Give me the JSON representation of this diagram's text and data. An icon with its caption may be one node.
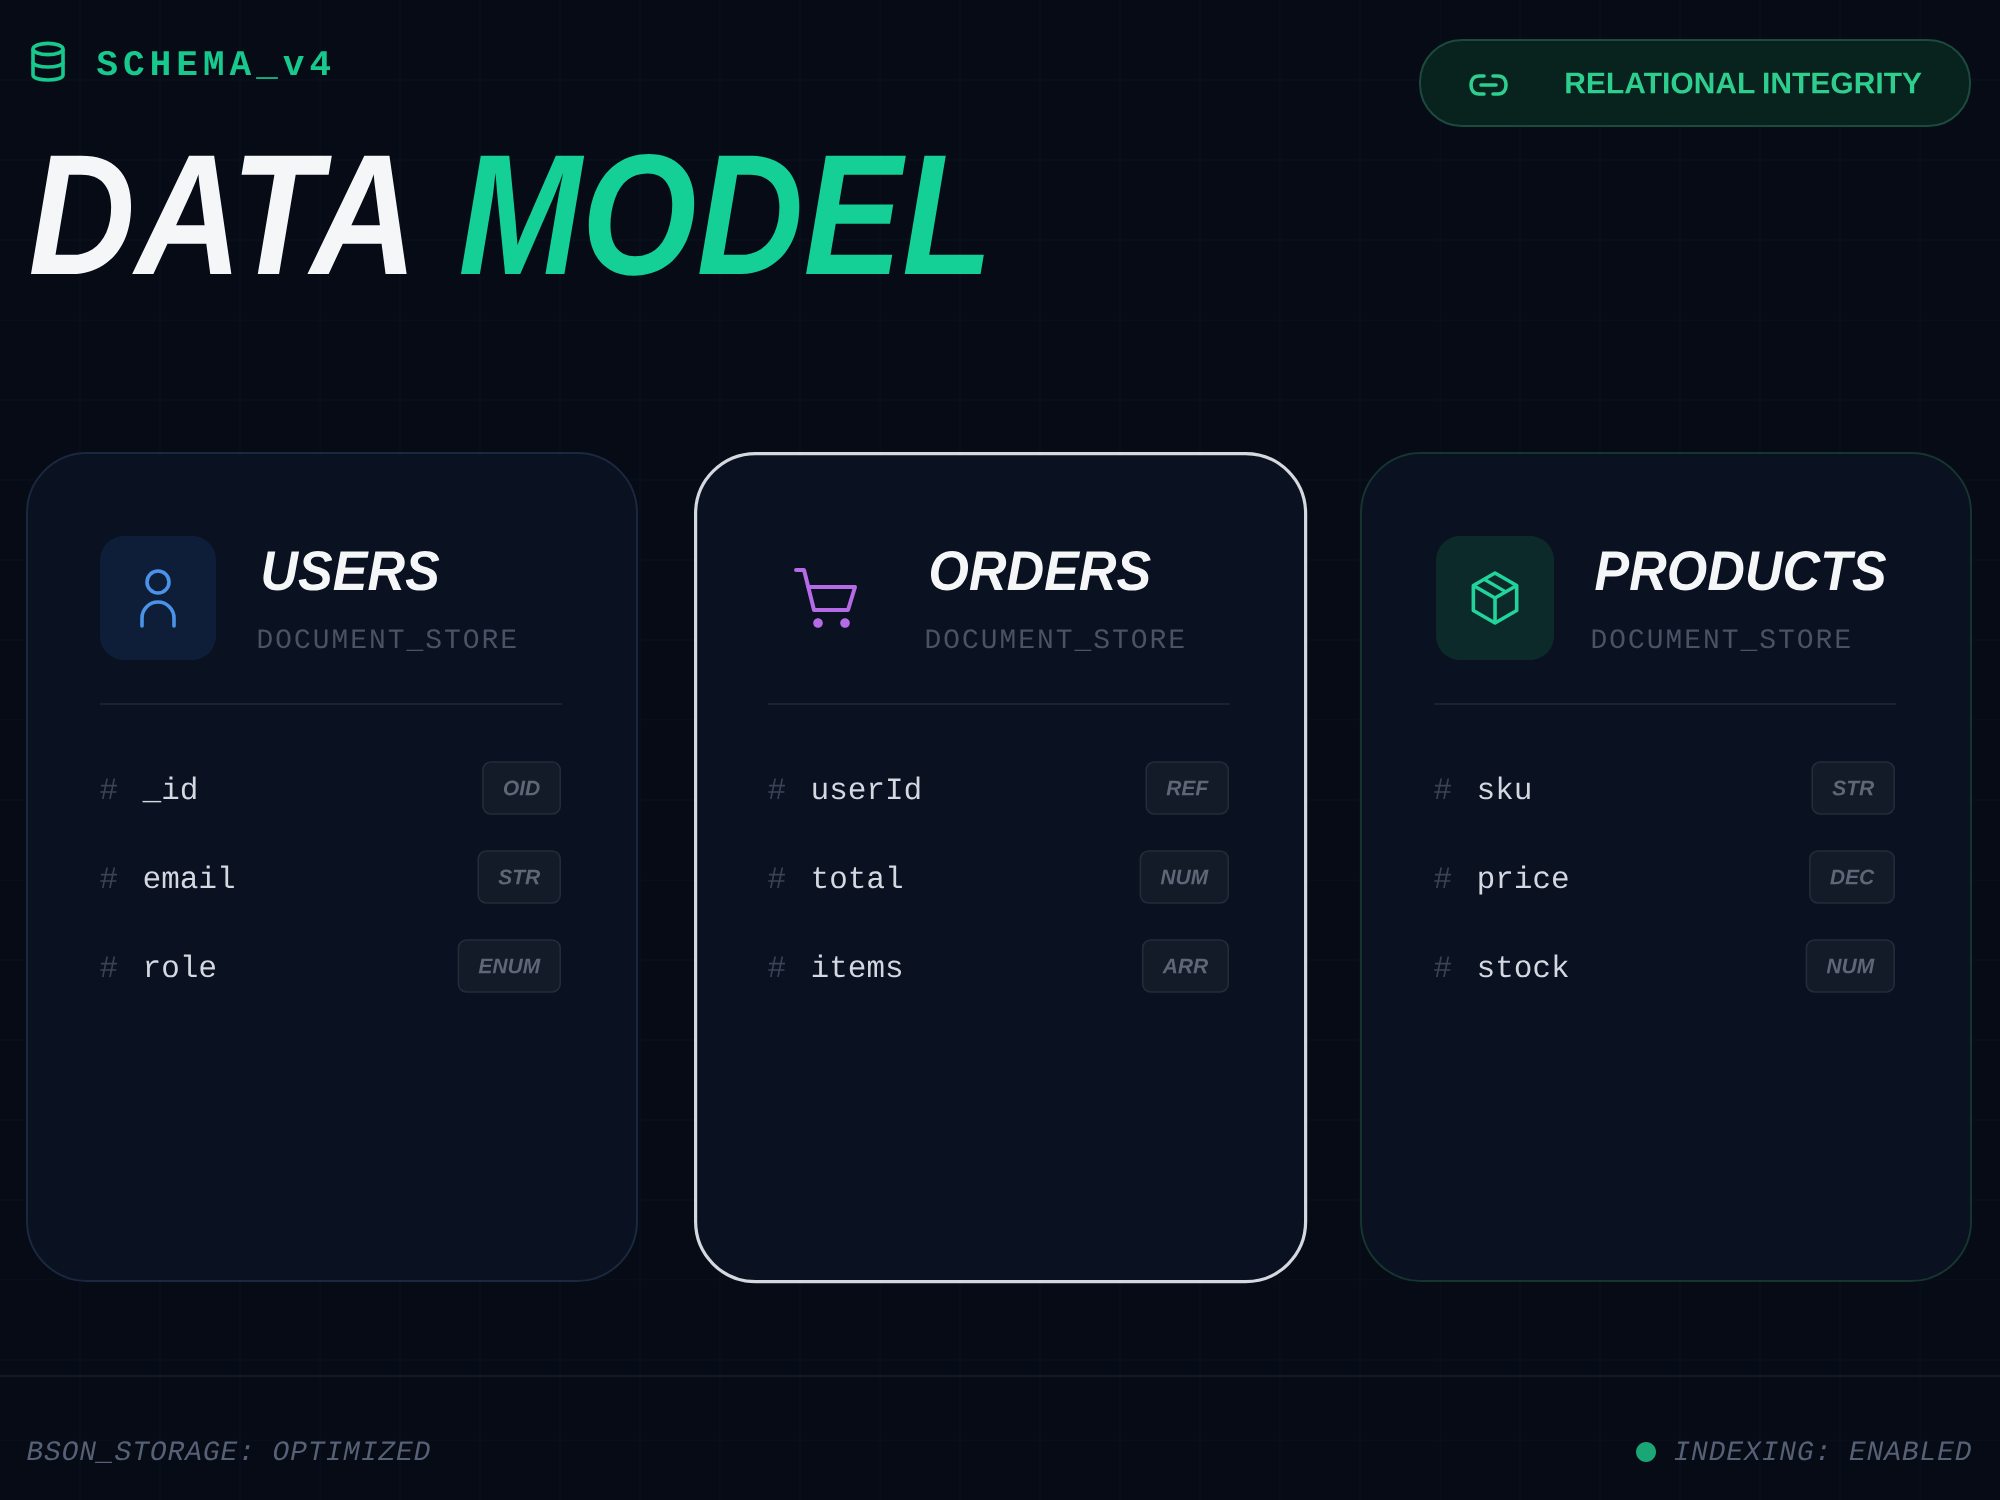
{
  "diagram": {
    "title": "DATA MODEL",
    "nodes": [
      {
        "text": [
          "RELATIONAL INTEGRITY"
        ]
      },
      {
        "text": [
          "USERS",
          "DOCUMENT_STORE",
          "# _id",
          "# email",
          "# role"
        ]
      },
      {
        "text": [
          "OID"
        ],
        "in": 1
      },
      {
        "text": [
          "STR"
        ],
        "in": 1
      },
      {
        "text": [
          "ENUM"
        ],
        "in": 1
      },
      {
        "text": [
          "ORDERS",
          "DOCUMENT_STORE",
          "# userId",
          "# total",
          "# items"
        ]
      },
      {
        "text": [
          "REF"
        ],
        "in": 5
      },
      {
        "text": [
          "NUM"
        ],
        "in": 5
      },
      {
        "text": [
          "ARR"
        ],
        "in": 5
      },
      {
        "text": [
          "PRODUCTS",
          "DOCUMENT_STORE",
          "# sku",
          "# price",
          "# stock"
        ]
      },
      {
        "text": [
          "STR"
        ],
        "in": 9
      },
      {
        "text": [
          "DEC"
        ],
        "in": 9
      },
      {
        "text": [
          "NUM"
        ],
        "in": 9
      }
    ],
    "labels": [
      "SCHEMA_v4",
      "BSON_STORAGE: OPTIMIZED",
      "INDEXING: ENABLED"
    ]
  }
}
